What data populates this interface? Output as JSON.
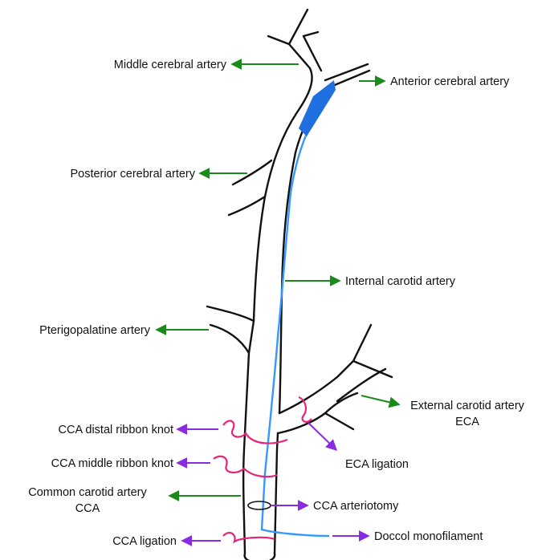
{
  "colors": {
    "vessel": "#111111",
    "anatomy_arrow": "#1a8a1a",
    "procedure_arrow": "#8a2be2",
    "filament": "#3399ff",
    "filament_tip": "#1f6fe0",
    "ribbon": "#e8237a"
  },
  "anatomy_labels": {
    "middle_cerebral": "Middle cerebral artery",
    "anterior_cerebral": "Anterior cerebral artery",
    "posterior_cerebral": "Posterior cerebral artery",
    "internal_carotid": "Internal carotid artery",
    "pterigopalatine": "Pterigopalatine artery",
    "external_carotid_line1": "External carotid artery",
    "external_carotid_line2": "ECA",
    "common_carotid_line1": "Common carotid artery",
    "common_carotid_line2": "CCA"
  },
  "procedure_labels": {
    "cca_distal_knot": "CCA distal ribbon knot",
    "cca_middle_knot": "CCA middle ribbon knot",
    "eca_ligation": "ECA ligation",
    "cca_arteriotomy": "CCA arteriotomy",
    "cca_ligation": "CCA ligation",
    "doccol_monofilament": "Doccol monofilament"
  }
}
